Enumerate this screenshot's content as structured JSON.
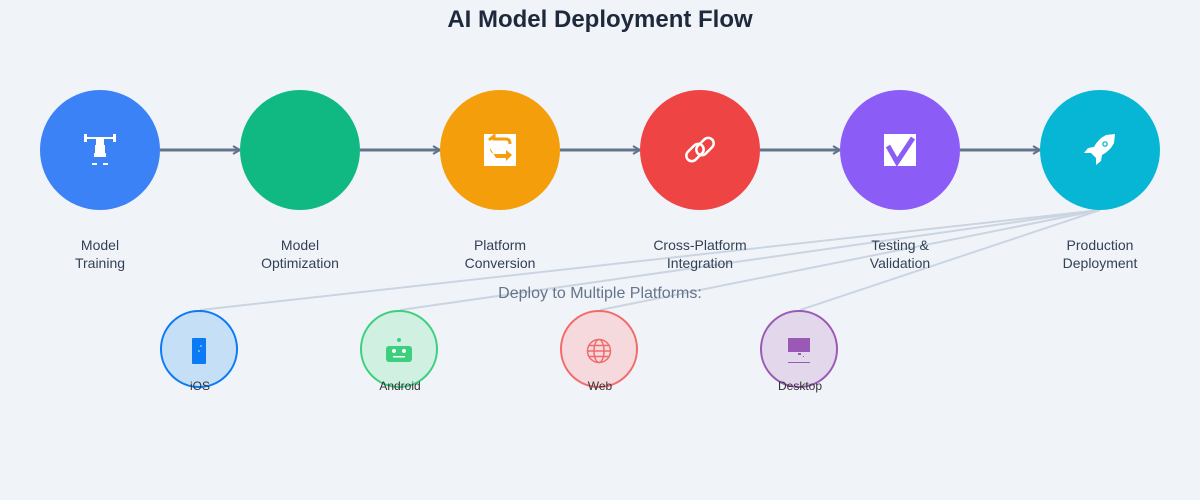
{
  "title": "AI Model Deployment Flow",
  "steps": [
    {
      "line1": "Model",
      "line2": "Training",
      "icon": "weightlifter-icon",
      "color": "#3b82f6"
    },
    {
      "line1": "Model",
      "line2": "Optimization",
      "icon": "none",
      "color": "#10b981"
    },
    {
      "line1": "Platform",
      "line2": "Conversion",
      "icon": "convert-arrows-icon",
      "color": "#f59e0b"
    },
    {
      "line1": "Cross-Platform",
      "line2": "Integration",
      "icon": "link-icon",
      "color": "#ef4444"
    },
    {
      "line1": "Testing &",
      "line2": "Validation",
      "icon": "checkbox-icon",
      "color": "#8b5cf6"
    },
    {
      "line1": "Production",
      "line2": "Deployment",
      "icon": "rocket-icon",
      "color": "#06b6d4"
    }
  ],
  "subtitle": "Deploy to Multiple Platforms:",
  "platforms": [
    {
      "label": "iOS",
      "icon": "phone-icon",
      "color": "#0a7af5",
      "fill": "#c5dff7"
    },
    {
      "label": "Android",
      "icon": "robot-icon",
      "color": "#3ccf7e",
      "fill": "#d0f0e1"
    },
    {
      "label": "Web",
      "icon": "globe-icon",
      "color": "#f26b6b",
      "fill": "#f6d9dc"
    },
    {
      "label": "Desktop",
      "icon": "monitor-icon",
      "color": "#9b59b6",
      "fill": "#e3d7ec"
    }
  ]
}
